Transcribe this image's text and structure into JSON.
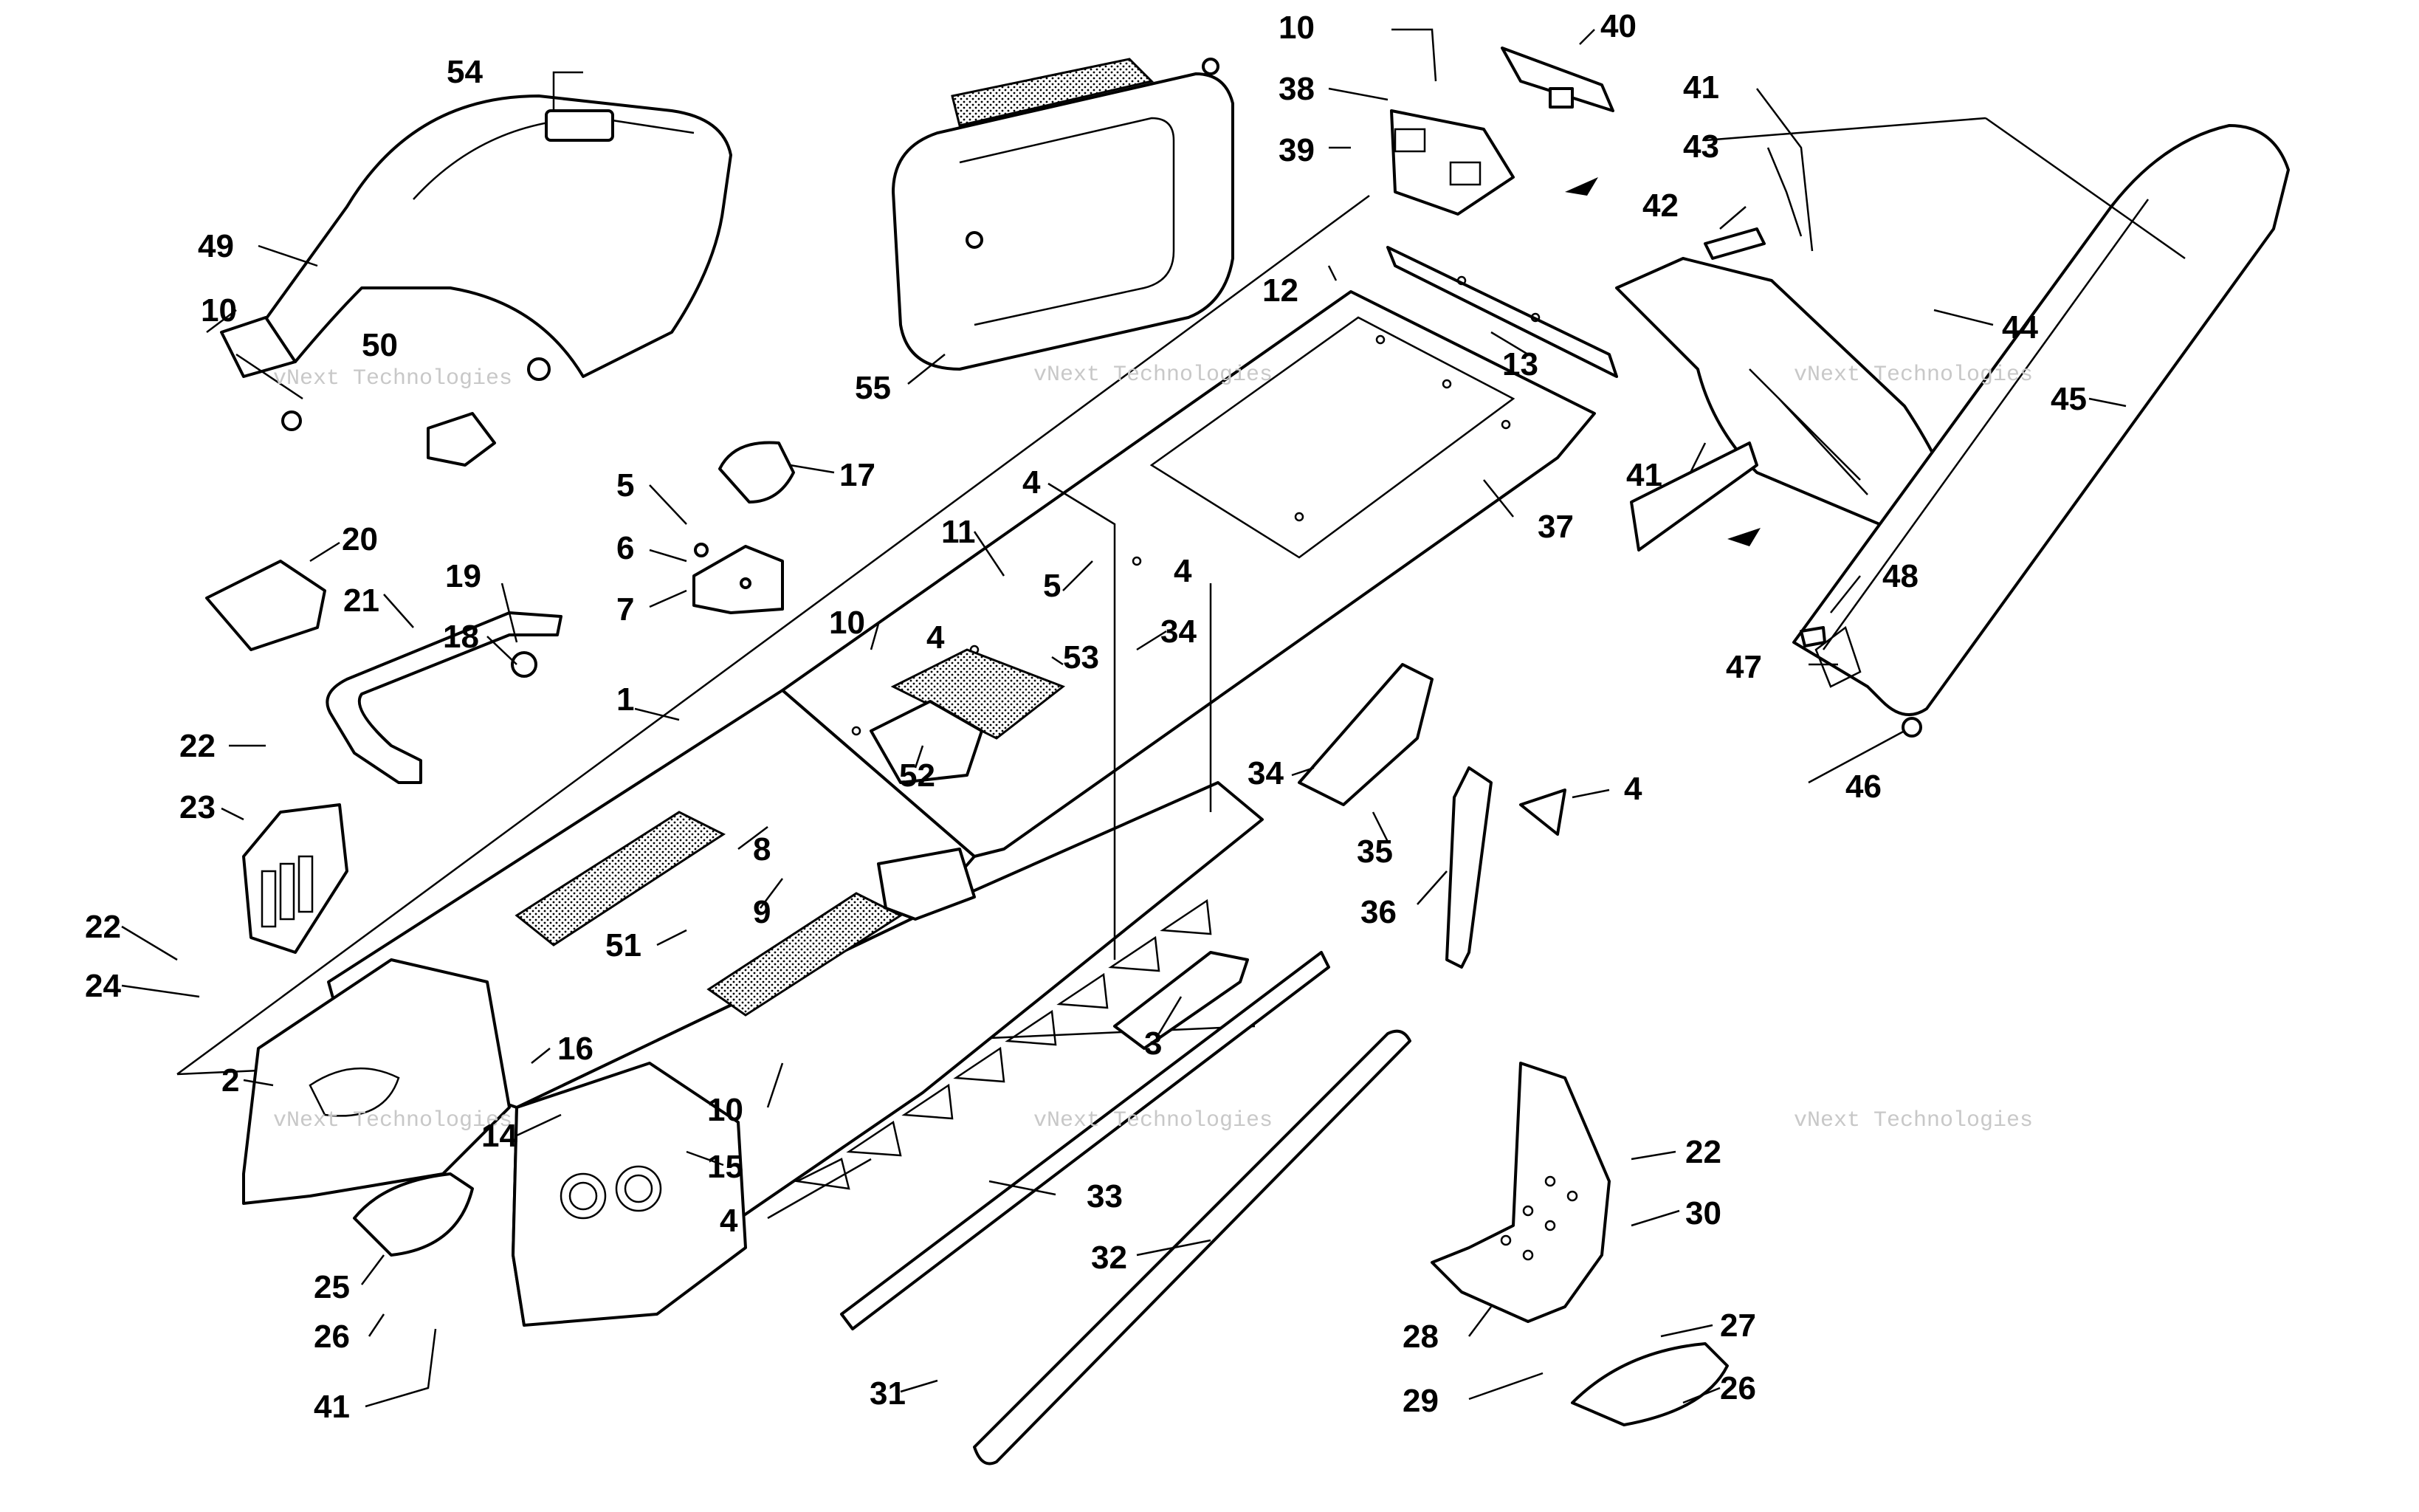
{
  "watermark": {
    "line1": "vNext",
    "line2": "Technologies",
    "full": "vNext Technologies"
  },
  "callouts": [
    {
      "id": "c54",
      "label": "54"
    },
    {
      "id": "c49",
      "label": "49"
    },
    {
      "id": "c10a",
      "label": "10"
    },
    {
      "id": "c50",
      "label": "50"
    },
    {
      "id": "c55",
      "label": "55"
    },
    {
      "id": "c10b",
      "label": "10"
    },
    {
      "id": "c38",
      "label": "38"
    },
    {
      "id": "c39",
      "label": "39"
    },
    {
      "id": "c40",
      "label": "40"
    },
    {
      "id": "c41a",
      "label": "41"
    },
    {
      "id": "c43",
      "label": "43"
    },
    {
      "id": "c42",
      "label": "42"
    },
    {
      "id": "c44",
      "label": "44"
    },
    {
      "id": "c45",
      "label": "45"
    },
    {
      "id": "c41b",
      "label": "41"
    },
    {
      "id": "c12",
      "label": "12"
    },
    {
      "id": "c13",
      "label": "13"
    },
    {
      "id": "c37",
      "label": "37"
    },
    {
      "id": "c17",
      "label": "17"
    },
    {
      "id": "c5a",
      "label": "5"
    },
    {
      "id": "c6",
      "label": "6"
    },
    {
      "id": "c7",
      "label": "7"
    },
    {
      "id": "c20",
      "label": "20"
    },
    {
      "id": "c19",
      "label": "19"
    },
    {
      "id": "c21",
      "label": "21"
    },
    {
      "id": "c18",
      "label": "18"
    },
    {
      "id": "c1",
      "label": "1"
    },
    {
      "id": "c22a",
      "label": "22"
    },
    {
      "id": "c23",
      "label": "23"
    },
    {
      "id": "c22b",
      "label": "22"
    },
    {
      "id": "c24",
      "label": "24"
    },
    {
      "id": "c4a",
      "label": "4"
    },
    {
      "id": "c11",
      "label": "11"
    },
    {
      "id": "c5b",
      "label": "5"
    },
    {
      "id": "c10c",
      "label": "10"
    },
    {
      "id": "c4b",
      "label": "4"
    },
    {
      "id": "c53",
      "label": "53"
    },
    {
      "id": "c4c",
      "label": "4"
    },
    {
      "id": "c34a",
      "label": "34"
    },
    {
      "id": "c52",
      "label": "52"
    },
    {
      "id": "c8",
      "label": "8"
    },
    {
      "id": "c9",
      "label": "9"
    },
    {
      "id": "c51",
      "label": "51"
    },
    {
      "id": "c34b",
      "label": "34"
    },
    {
      "id": "c35",
      "label": "35"
    },
    {
      "id": "c4d",
      "label": "4"
    },
    {
      "id": "c36",
      "label": "36"
    },
    {
      "id": "c48",
      "label": "48"
    },
    {
      "id": "c47",
      "label": "47"
    },
    {
      "id": "c46",
      "label": "46"
    },
    {
      "id": "c2",
      "label": "2"
    },
    {
      "id": "c16",
      "label": "16"
    },
    {
      "id": "c14",
      "label": "14"
    },
    {
      "id": "c10d",
      "label": "10"
    },
    {
      "id": "c15",
      "label": "15"
    },
    {
      "id": "c3",
      "label": "3"
    },
    {
      "id": "c33",
      "label": "33"
    },
    {
      "id": "c4e",
      "label": "4"
    },
    {
      "id": "c32",
      "label": "32"
    },
    {
      "id": "c25",
      "label": "25"
    },
    {
      "id": "c26a",
      "label": "26"
    },
    {
      "id": "c41c",
      "label": "41"
    },
    {
      "id": "c31",
      "label": "31"
    },
    {
      "id": "c22c",
      "label": "22"
    },
    {
      "id": "c30",
      "label": "30"
    },
    {
      "id": "c28",
      "label": "28"
    },
    {
      "id": "c29",
      "label": "29"
    },
    {
      "id": "c27",
      "label": "27"
    },
    {
      "id": "c26b",
      "label": "26"
    }
  ],
  "colors": {
    "line": "#000000",
    "background": "#ffffff",
    "watermark": "#c8c8c8"
  }
}
